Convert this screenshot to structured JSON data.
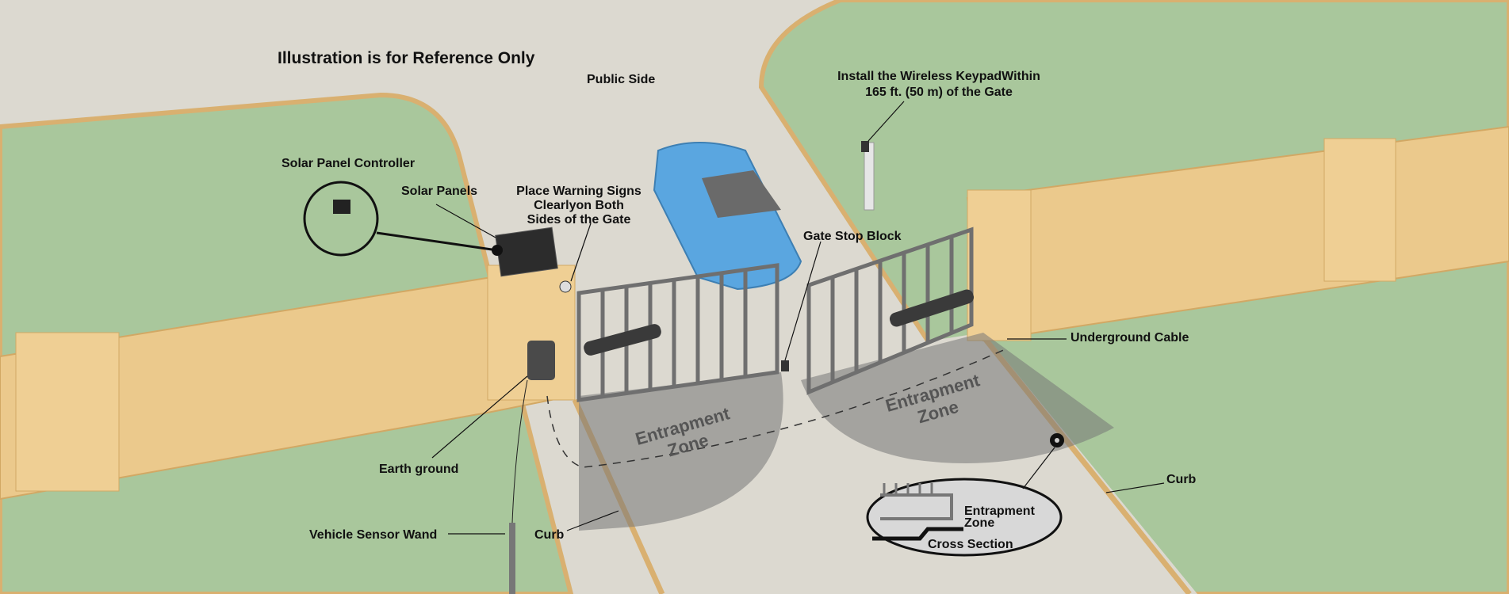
{
  "title": "Illustration is for Reference Only",
  "labels": {
    "public_side": "Public Side",
    "keypad_line1": "Install the Wireless KeypadWithin",
    "keypad_line2": "165 ft. (50 m) of the Gate",
    "solar_controller": "Solar Panel Controller",
    "solar_panels": "Solar Panels",
    "warning_line1": "Place Warning Signs",
    "warning_line2": "Clearlyon Both",
    "warning_line3": "Sides of the Gate",
    "gate_stop": "Gate Stop Block",
    "underground_cable": "Underground Cable",
    "earth_ground": "Earth ground",
    "sensor_wand": "Vehicle Sensor Wand",
    "curb_left": "Curb",
    "curb_right": "Curb",
    "zone_line1": "Entrapment",
    "zone_line2": "Zone",
    "cross_zone_line1": "Entrapment",
    "cross_zone_line2": "Zone",
    "cross_section": "Cross Section"
  },
  "colors": {
    "road": "#dcd9d0",
    "grass": "#a9c79c",
    "wall": "#ebc98c",
    "car": "#5aa6e0",
    "gate": "#7a7a7a"
  }
}
